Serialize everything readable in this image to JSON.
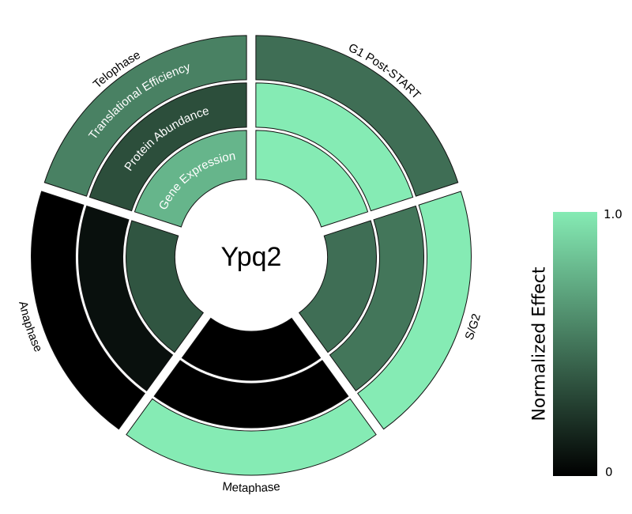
{
  "chart_data": {
    "type": "radial-heatmap",
    "title": "Ypq2",
    "rings": [
      "Gene Expression",
      "Protein Abundance",
      "Translational Efficiency"
    ],
    "phases": [
      "G1 Post-START",
      "S/G2",
      "Metaphase",
      "Anaphase",
      "Telophase"
    ],
    "values": {
      "G1 Post-START": [
        1.0,
        1.0,
        0.47
      ],
      "S/G2": [
        0.47,
        0.5,
        1.0
      ],
      "Metaphase": [
        0.0,
        0.0,
        1.0
      ],
      "Anaphase": [
        0.36,
        0.07,
        0.0
      ],
      "Telophase": [
        0.77,
        0.33,
        0.55
      ]
    },
    "colorbar": {
      "label": "Normalized Effect",
      "min_label": "0",
      "max_label": "1.0",
      "range": [
        0,
        1
      ],
      "low_color": "#000000",
      "high_color": "#85ebb4"
    }
  }
}
